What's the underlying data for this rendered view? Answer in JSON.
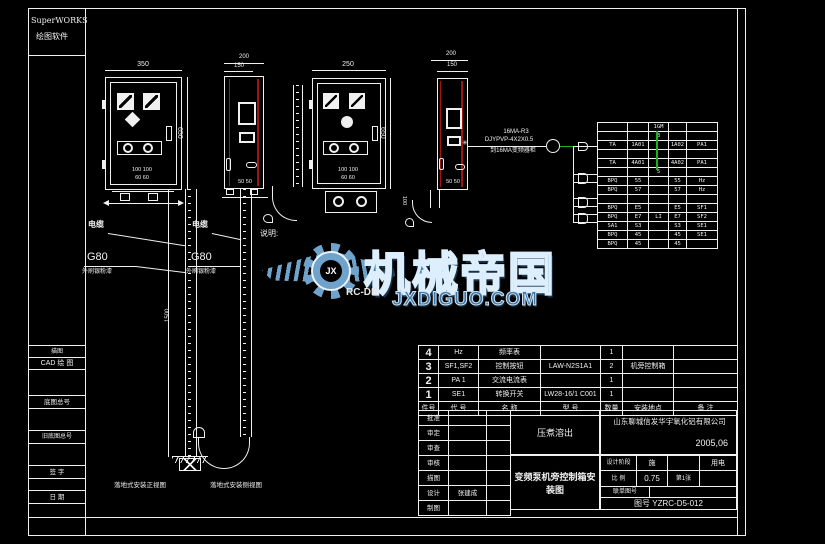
{
  "app": {
    "name": "SuperWORKS",
    "subtitle": "绘图软件"
  },
  "colors": {
    "line": "#f0f0f0",
    "accent_red": "#a31515",
    "accent_green": "#18b418",
    "watermark_blue": "#4a86b8"
  },
  "margin_strip": {
    "row1": "描图",
    "row2": "CAD 绘 图",
    "row3": "底图总号",
    "row4": "旧底图总号",
    "row5": "签 字",
    "row6": "日 期"
  },
  "views": {
    "fv1": {
      "dim_top": "350",
      "dim_right": "650",
      "dim_row1": "100   100",
      "dim_row2": "60   60"
    },
    "sv1": {
      "dim_top": "200",
      "dim_inner": "150",
      "dim_bottom": "50 50"
    },
    "fv2": {
      "dim_top": "250",
      "dim_right": "650",
      "dim_row1": "100   100",
      "dim_row2": "60   60"
    },
    "sv2": {
      "dim_top": "200",
      "dim_inner": "150",
      "dim_bottom": "50 50",
      "dim_side": "100"
    },
    "pole_front": {
      "cable": "电缆",
      "pipe": "G80",
      "paint": "外刷银粉漆",
      "height_dim": "1500",
      "caption": "落地式安装正视图"
    },
    "pole_side": {
      "cable": "电缆",
      "pipe": "G80",
      "paint": "外刷银粉漆",
      "caption": "落地式安装侧视图"
    },
    "note_label": "说明:"
  },
  "callout": {
    "line1": "16MA-R3",
    "line2": "DJYPVP-4X2X0.5",
    "line3": "到16MA变频器柜"
  },
  "terminal": {
    "rows": [
      [
        "",
        "",
        "1GM",
        "",
        ""
      ],
      [
        "",
        "",
        "3",
        "",
        ""
      ],
      [
        "TA",
        "1A01",
        "",
        "1A02",
        "PA1"
      ],
      [
        "",
        "",
        "",
        "",
        ""
      ],
      [
        "TA",
        "4A01",
        "",
        "4A02",
        "PA1"
      ],
      [
        "",
        "",
        "5",
        "",
        ""
      ],
      [
        "BPQ",
        "55",
        "",
        "55",
        "Hz"
      ],
      [
        "BPQ",
        "57",
        "",
        "57",
        "Hz"
      ],
      [
        "",
        "",
        "",
        "",
        ""
      ],
      [
        "BPQ",
        "E5",
        "",
        "E5",
        "SF1"
      ],
      [
        "BPQ",
        "E7",
        "LI",
        "E7",
        "SF2"
      ],
      [
        "SA1",
        "S3",
        "",
        "S3",
        "SE1"
      ],
      [
        "BPQ",
        "45",
        "",
        "45",
        "SE1"
      ],
      [
        "BPQ",
        "45",
        "",
        "45",
        ""
      ]
    ]
  },
  "watermark": {
    "brand": "机械帝国",
    "domain": "JXDIGUO.COM",
    "overlay": "RC-DE",
    "monogram": "JX"
  },
  "bom": {
    "header": {
      "no": "件号",
      "code": "代 号",
      "name": "名 称",
      "model": "型 号",
      "qty": "数量",
      "loc": "安装地点",
      "note": "备 注"
    },
    "items": [
      {
        "no": "4",
        "code": "Hz",
        "name": "频率表",
        "model": "",
        "qty": "1",
        "loc": "",
        "note": ""
      },
      {
        "no": "3",
        "code": "SF1,SF2",
        "name": "控制按钮",
        "model": "LAW-N2S1A1",
        "qty": "2",
        "loc": "机旁控制箱",
        "note": ""
      },
      {
        "no": "2",
        "code": "PA 1",
        "name": "交流电流表",
        "model": "",
        "qty": "1",
        "loc": "",
        "note": ""
      },
      {
        "no": "1",
        "code": "SE1",
        "name": "转换开关",
        "model": "LW28-16/1 C001",
        "qty": "1",
        "loc": "",
        "note": ""
      }
    ]
  },
  "title_block": {
    "sign_rows": [
      {
        "label": "批准",
        "value": ""
      },
      {
        "label": "审定",
        "value": ""
      },
      {
        "label": "审查",
        "value": ""
      },
      {
        "label": "审核",
        "value": ""
      },
      {
        "label": "描图",
        "value": ""
      },
      {
        "label": "设计",
        "value": "张建成"
      },
      {
        "label": "制图",
        "value": ""
      }
    ],
    "project": "压煮溶出",
    "drawing_title": "变频泵机旁控制箱安装图",
    "company": "山东聊城信发华宇氧化铝有限公司",
    "date": "2005,06",
    "stage_label": "设计阶段",
    "stage_value": "施",
    "discipline": "用电",
    "scale_label": "比 例",
    "scale_value": "0.75",
    "sheet_no": "第1张",
    "serial_label": "联单图号",
    "dwg_label": "图号",
    "dwg_no": "YZRC-D5-012"
  }
}
